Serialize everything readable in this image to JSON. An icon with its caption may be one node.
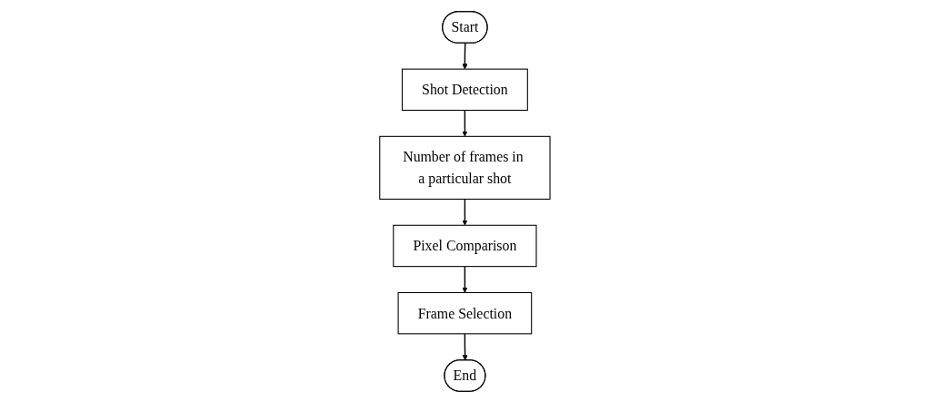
{
  "diagram": {
    "nodes": [
      {
        "text": [
          "Start"
        ]
      },
      {
        "text": [
          "Shot Detection"
        ]
      },
      {
        "text": [
          "Number of frames in a particular shot"
        ]
      },
      {
        "text": [
          "Pixel Comparison"
        ]
      },
      {
        "text": [
          "Frame Selection"
        ]
      },
      {
        "text": [
          "End"
        ]
      }
    ],
    "edges": [
      {
        "from": 0,
        "to": 1,
        "arrow": "to"
      },
      {
        "from": 1,
        "to": 2,
        "arrow": "to"
      },
      {
        "from": 2,
        "to": 3,
        "arrow": "to"
      },
      {
        "from": 3,
        "to": 4,
        "arrow": "to"
      },
      {
        "from": 4,
        "to": 5,
        "arrow": "to"
      }
    ]
  }
}
